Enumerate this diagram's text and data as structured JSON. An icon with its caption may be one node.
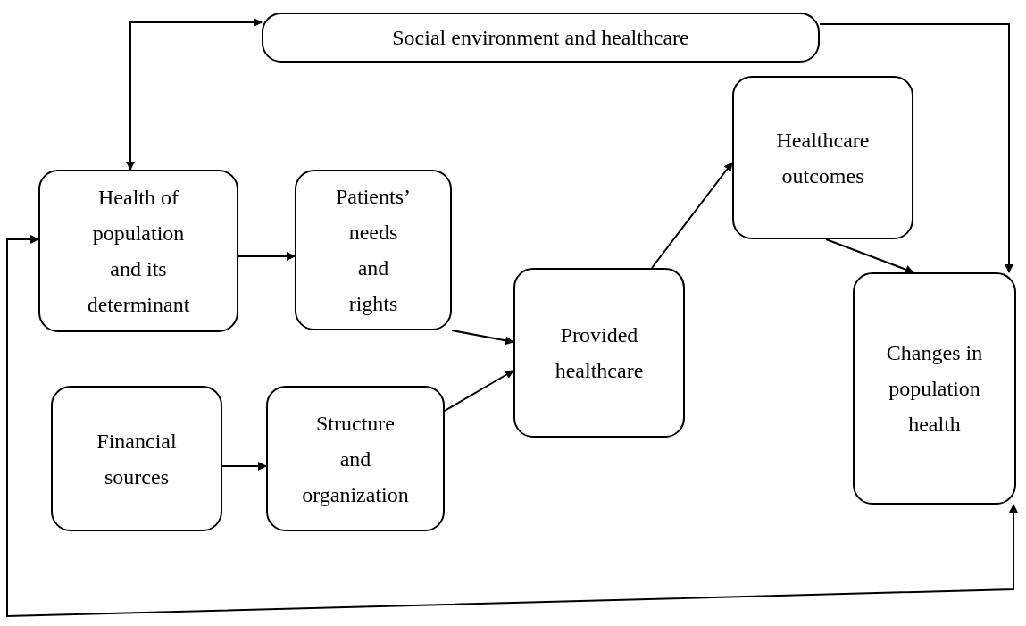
{
  "diagram": {
    "nodes": [
      {
        "text": [
          "Social environment and healthcare"
        ]
      },
      {
        "text": [
          "Health of population and its determinant"
        ]
      },
      {
        "text": [
          "Patients’ needs and rights"
        ]
      },
      {
        "text": [
          "Financial sources"
        ]
      },
      {
        "text": [
          "Structure and organization"
        ]
      },
      {
        "text": [
          "Provided healthcare"
        ]
      },
      {
        "text": [
          "Healthcare outcomes"
        ]
      },
      {
        "text": [
          "Changes in population health"
        ]
      }
    ],
    "edges": [
      {
        "from": 1,
        "to": 0,
        "arrow": "both"
      },
      {
        "from": 0,
        "to": 7,
        "arrow": "to"
      },
      {
        "from": 1,
        "to": 2,
        "arrow": "to"
      },
      {
        "from": 2,
        "to": 5,
        "arrow": "to"
      },
      {
        "from": 3,
        "to": 4,
        "arrow": "to"
      },
      {
        "from": 4,
        "to": 5,
        "arrow": "to"
      },
      {
        "from": 5,
        "to": 6,
        "arrow": "to"
      },
      {
        "from": 6,
        "to": 7,
        "arrow": "to"
      },
      {
        "from": 7,
        "to": 1,
        "arrow": "both"
      }
    ]
  }
}
